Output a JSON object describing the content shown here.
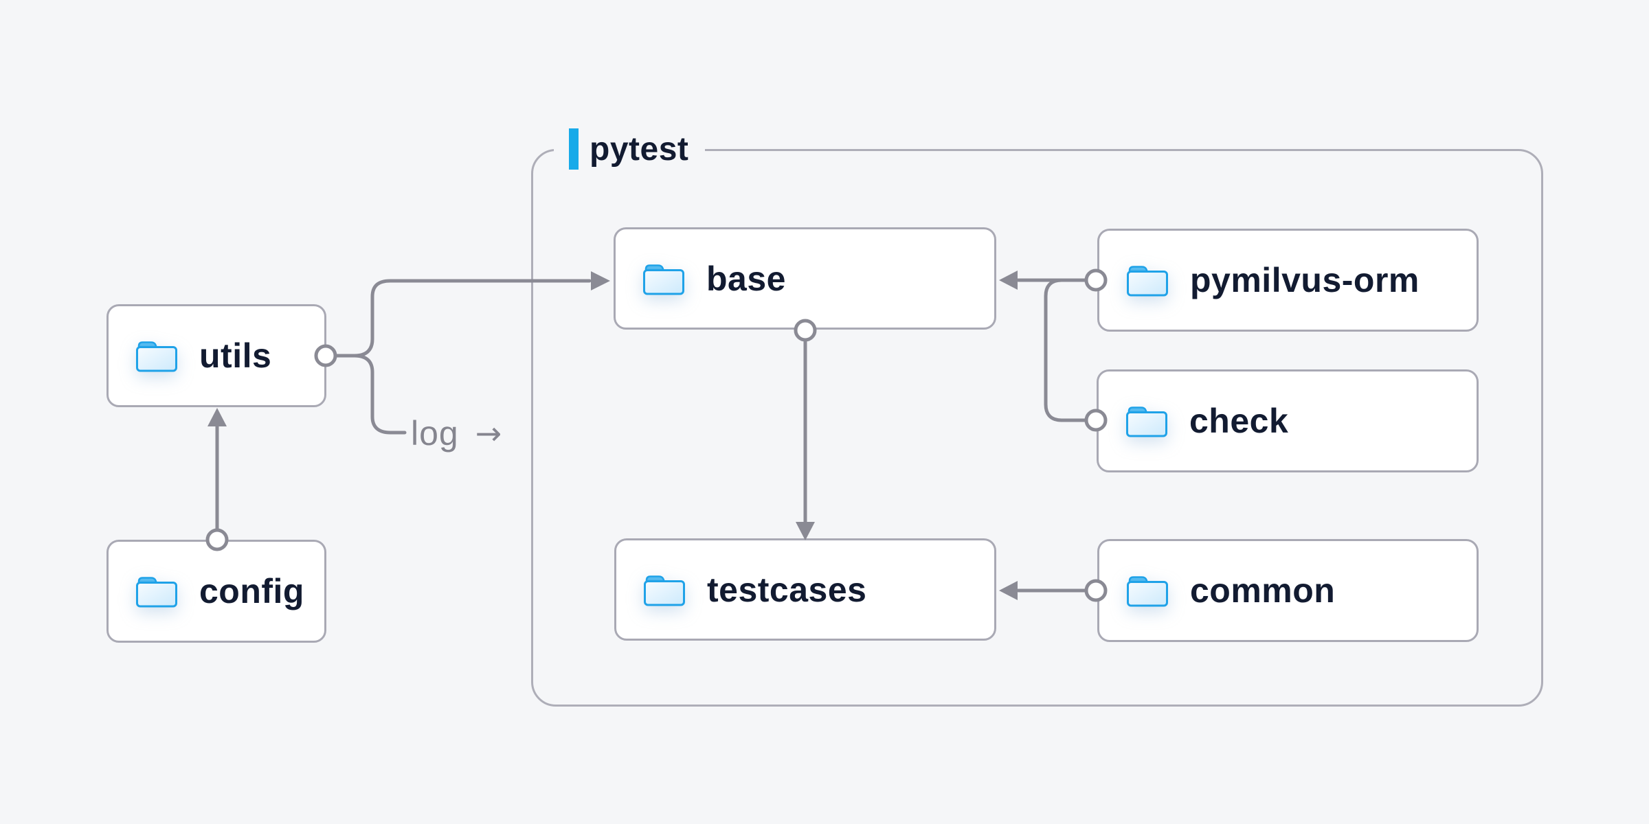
{
  "diagram": {
    "group": {
      "label": "pytest"
    },
    "nodes": [
      {
        "id": "utils",
        "label": "utils",
        "icon": "folder-icon"
      },
      {
        "id": "config",
        "label": "config",
        "icon": "folder-icon"
      },
      {
        "id": "base",
        "label": "base",
        "icon": "folder-icon"
      },
      {
        "id": "pymilvus-orm",
        "label": "pymilvus-orm",
        "icon": "folder-icon"
      },
      {
        "id": "check",
        "label": "check",
        "icon": "folder-icon"
      },
      {
        "id": "testcases",
        "label": "testcases",
        "icon": "folder-icon"
      },
      {
        "id": "common",
        "label": "common",
        "icon": "folder-icon"
      }
    ],
    "edge_label": {
      "text": "log",
      "arrow": "→"
    },
    "edges": [
      {
        "from": "config",
        "to": "utils"
      },
      {
        "from": "utils",
        "to": "base"
      },
      {
        "from": "utils",
        "to": "log-output",
        "note": "log"
      },
      {
        "from": "pymilvus-orm",
        "to": "base"
      },
      {
        "from": "check",
        "to": "base"
      },
      {
        "from": "base",
        "to": "testcases"
      },
      {
        "from": "common",
        "to": "testcases"
      }
    ],
    "colors": {
      "accent": "#18aae9",
      "background": "#f5f6f8",
      "line": "#8a8a94",
      "box_border": "#a9a9b4",
      "text": "#121b31",
      "muted": "#85858f",
      "folder_blue": "#1fa2e8"
    }
  }
}
